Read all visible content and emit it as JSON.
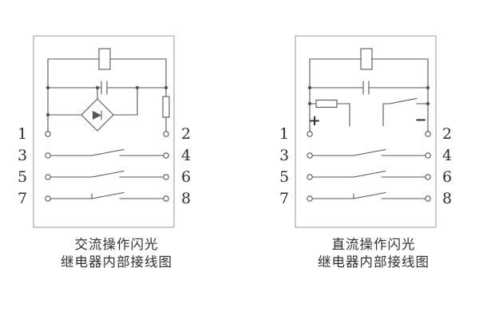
{
  "page": {
    "background": "#ffffff"
  },
  "colors": {
    "wire": "#555555",
    "box_border": "#9a9a9a",
    "text": "#2f2f2f"
  },
  "diagrams": [
    {
      "type": "ac",
      "caption": [
        "交流操作闪光",
        "继电器内部接线图"
      ],
      "left_terminals": [
        "1",
        "3",
        "5",
        "7"
      ],
      "right_terminals": [
        "2",
        "4",
        "6",
        "8"
      ]
    },
    {
      "type": "dc",
      "caption": [
        "直流操作闪光",
        "继电器内部接线图"
      ],
      "left_terminals": [
        "1",
        "3",
        "5",
        "7"
      ],
      "right_terminals": [
        "2",
        "4",
        "6",
        "8"
      ],
      "polarity": {
        "positive": "+",
        "negative": "−"
      }
    }
  ]
}
